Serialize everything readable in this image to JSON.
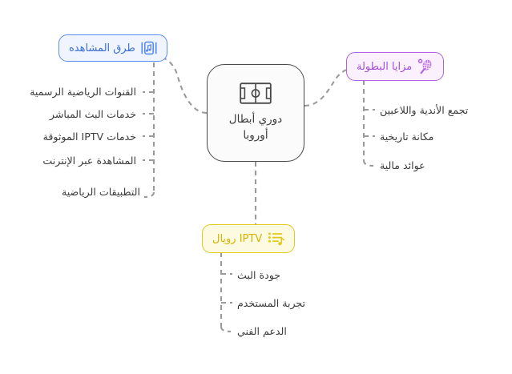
{
  "document": {
    "type": "mind-map",
    "language": "ar",
    "background_color": "#ffffff"
  },
  "center": {
    "label": "دوري أبطال\nأوروبا",
    "icon": "soccer-field-icon",
    "border_color": "#4a4a4a",
    "fill_color": "#fbfbfb"
  },
  "branches": [
    {
      "id": "viewing-methods",
      "label": "طرق المشاهده",
      "icon": "music-media-icon",
      "color": "#5b8def",
      "label_color": "#3a6fd8",
      "fill_color": "#eff4fe",
      "position": "top-left",
      "children": [
        {
          "label": "القنوات الرياضية الرسمية"
        },
        {
          "label": "خدمات البث المباشر"
        },
        {
          "label": "خدمات IPTV الموثوقة"
        },
        {
          "label": "المشاهدة عبر الإنترنت"
        },
        {
          "label": "التطبيقات الرياضية"
        }
      ]
    },
    {
      "id": "tournament-advantages",
      "label": "مزايا البطولة",
      "icon": "tennis-racket-icon",
      "color": "#b063e0",
      "label_color": "#a24fd8",
      "fill_color": "#faf0fe",
      "position": "top-right",
      "children": [
        {
          "label": "تجمع الأندية واللاعبين"
        },
        {
          "label": "مكانة تاريخية"
        },
        {
          "label": "عوائد مالية"
        }
      ]
    },
    {
      "id": "royal-iptv",
      "label": "IPTV رويال",
      "icon": "playlist-music-icon",
      "color": "#e3c81e",
      "label_color": "#d4b400",
      "fill_color": "#fdfae2",
      "position": "bottom",
      "children": [
        {
          "label": "جودة البث"
        },
        {
          "label": "تجربة المستخدم"
        },
        {
          "label": "الدعم الفني"
        }
      ]
    }
  ],
  "connector": {
    "style": "dashed",
    "color": "#9a9a9a"
  }
}
